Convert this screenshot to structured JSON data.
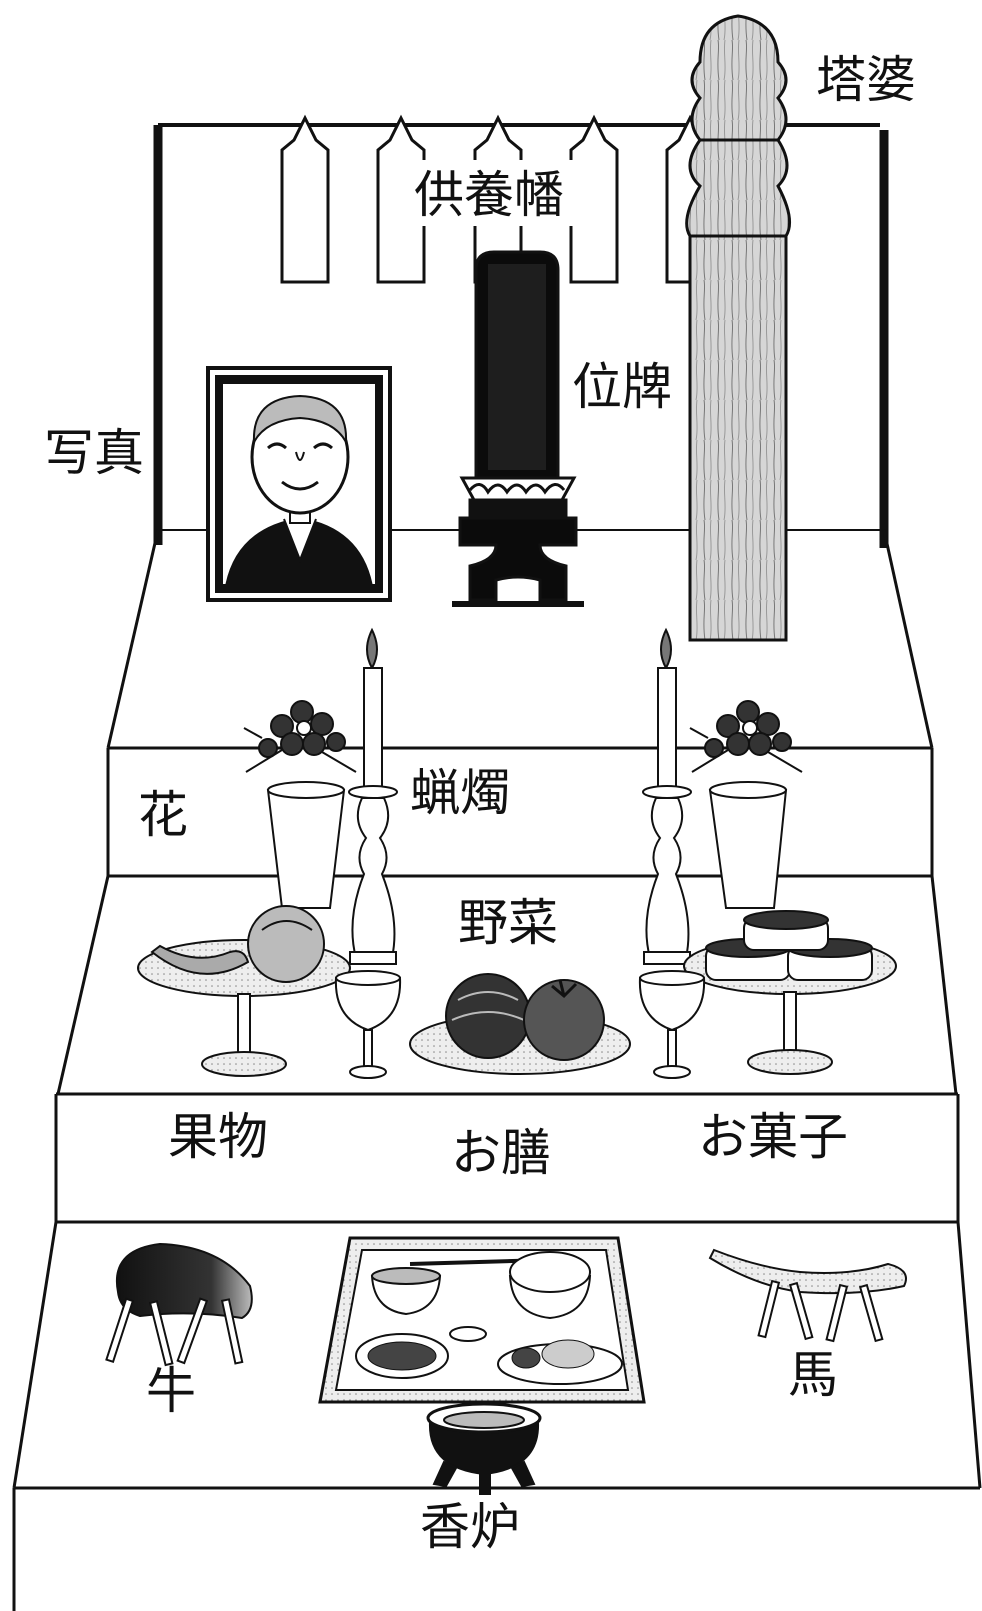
{
  "labels": {
    "toba": "塔婆",
    "kuyo_ban": "供養幡",
    "ihai": "位牌",
    "shashin": "写真",
    "rosoku": "蝋燭",
    "hana": "花",
    "yasai": "野菜",
    "kudamono": "果物",
    "ozen": "お膳",
    "okashi": "お菓子",
    "ushi": "牛",
    "uma": "馬",
    "koro": "香炉"
  },
  "colors": {
    "ink": "#111111",
    "wood": "#d6d6d6",
    "paper": "#ffffff"
  }
}
